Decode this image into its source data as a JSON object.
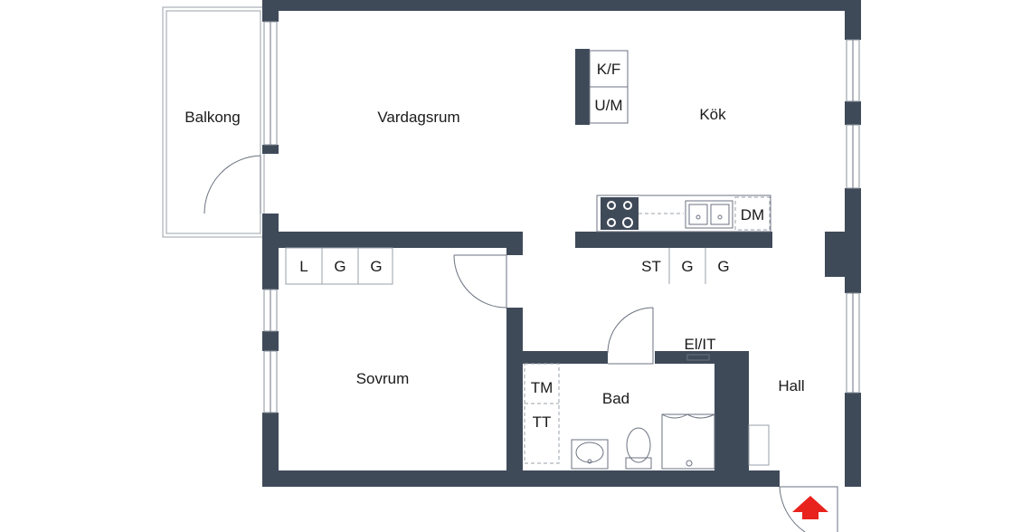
{
  "rooms": {
    "balkong": "Balkong",
    "vardagsrum": "Vardagsrum",
    "kok": "Kök",
    "sovrum": "Sovrum",
    "bad": "Bad",
    "hall": "Hall"
  },
  "fixtures": {
    "kf": "K/F",
    "um": "U/M",
    "dm": "DM",
    "st": "ST",
    "g": "G",
    "l": "L",
    "el_it": "El/IT",
    "tm": "TM",
    "tt": "TT"
  },
  "colors": {
    "wall": "#3f4a59",
    "entrance_arrow": "#e8231e"
  },
  "icons": {
    "entrance": "entrance-arrow-icon"
  }
}
